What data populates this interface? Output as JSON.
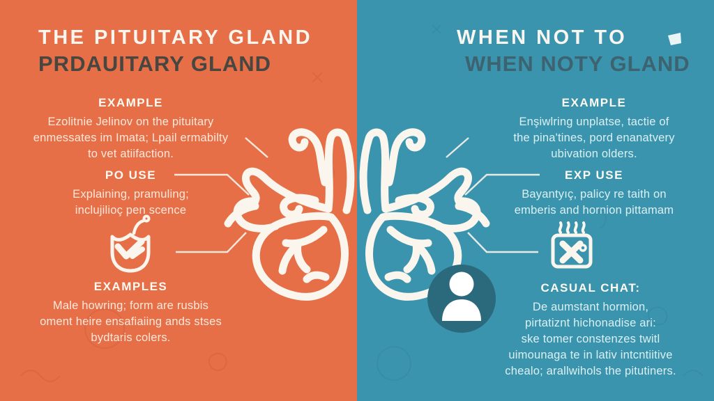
{
  "left_panel": {
    "title_line1": "THE PITUITARY GLAND",
    "title_line2": "PRDAUITARY GLAND",
    "example": {
      "heading": "EXAMPLE",
      "lines": [
        "Ezolitnie Jelinov on the pituitary",
        "enmessates im Imata; Lpail ermabilty",
        "to vet atiifaction."
      ]
    },
    "use": {
      "heading": "PO USE",
      "lines": [
        "Explaining, pramuling;",
        "inclujilioç pen scence"
      ]
    },
    "examples": {
      "heading": "EXAMPLES",
      "lines": [
        "Male howring; form are rusbis",
        "oment heire ensafiaiing ands stses",
        "bydtaris colers."
      ]
    }
  },
  "right_panel": {
    "title_line1": "WHEN NOT TO",
    "title_line2": "WHEN NOTY GLAND",
    "example": {
      "heading": "EXAMPLE",
      "lines": [
        "Enşiwlring unplatse, tactie of",
        "the pina'tines, pord enanatvery",
        "ubivation olders."
      ]
    },
    "use": {
      "heading": "EXP USE",
      "lines": [
        "Bayantyıç, palicy re taith on",
        "emberis and hornion pittamam"
      ]
    },
    "casual": {
      "heading": "CASUAL CHAT:",
      "lines": [
        "De aumstant hormion,",
        "pirtatiznt hichonadise ari:",
        "ske tomer constenzes twitl",
        "uimounaga te in lativ intcntiitive",
        "chealo; arallwihols the pitutiners."
      ]
    }
  },
  "icons": {
    "left_section_icon": "badge-ribbon-icon",
    "right_section_icon": "calendar-x-icon",
    "center_icon": "person-icon",
    "top_right_icon": "folded-paper-icon",
    "center_art": "pituitary-gland-illustration"
  },
  "colors": {
    "left_bg": "#e66f47",
    "right_bg": "#3b94ae",
    "left_title_secondary": "#474641",
    "right_title_secondary": "#3d6270",
    "ink_white": "#f9f6ef",
    "person_circle": "#2a6a7c"
  }
}
